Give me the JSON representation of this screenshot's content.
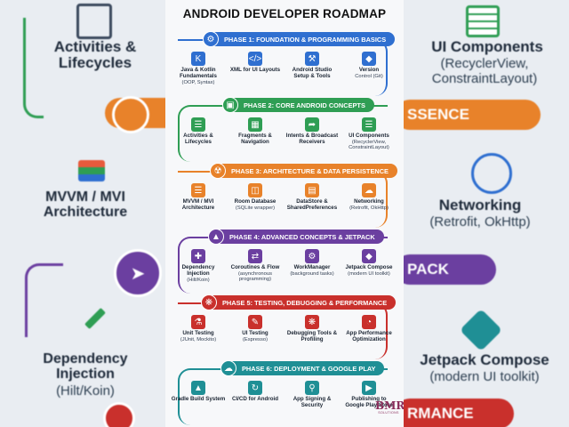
{
  "title": "ANDROID DEVELOPER ROADMAP",
  "colors": {
    "blue": "#2f6fd0",
    "green": "#2f9e54",
    "orange": "#e8822a",
    "purple": "#6b3fa0",
    "red": "#c9302c",
    "teal": "#1f8f95"
  },
  "phases": [
    {
      "title": "PHASE 1: FOUNDATION & PROGRAMMING BASICS",
      "color": "#2f6fd0",
      "items": [
        {
          "label": "Java & Kotlin Fundamentals",
          "sub": "(OOP, Syntax)",
          "icon": "kotlin-icon"
        },
        {
          "label": "XML for UI Layouts",
          "sub": "",
          "icon": "xml-icon"
        },
        {
          "label": "Android Studio Setup & Tools",
          "sub": "",
          "icon": "android-studio-icon"
        },
        {
          "label": "Version",
          "sub": "Control (Git)",
          "icon": "git-icon"
        }
      ]
    },
    {
      "title": "PHASE 2: CORE ANDROID CONCEPTS",
      "color": "#2f9e54",
      "items": [
        {
          "label": "Activities & Lifecycles",
          "sub": "",
          "icon": "activity-icon"
        },
        {
          "label": "Fragments & Navigation",
          "sub": "",
          "icon": "fragments-icon"
        },
        {
          "label": "Intents & Broadcast Receivers",
          "sub": "",
          "icon": "intent-icon"
        },
        {
          "label": "UI Components",
          "sub": "(RecyclerView, ConstraintLayout)",
          "icon": "ui-components-icon"
        }
      ]
    },
    {
      "title": "PHASE 3: ARCHITECTURE & DATA PERSISTENCE",
      "color": "#e8822a",
      "items": [
        {
          "label": "MVVM / MVI Architecture",
          "sub": "",
          "icon": "layers-icon"
        },
        {
          "label": "Room Database",
          "sub": "(SQLite wrapper)",
          "icon": "database-icon"
        },
        {
          "label": "DataStore & SharedPreferences",
          "sub": "",
          "icon": "datastore-icon"
        },
        {
          "label": "Networking",
          "sub": "(Retrofit, OkHttp)",
          "icon": "cloud-icon"
        }
      ]
    },
    {
      "title": "PHASE 4: ADVANCED CONCEPTS & JETPACK",
      "color": "#6b3fa0",
      "items": [
        {
          "label": "Dependency Injection",
          "sub": "(Hilt/Koin)",
          "icon": "syringe-icon"
        },
        {
          "label": "Coroutines & Flow",
          "sub": "(asynchronous programming)",
          "icon": "shuffle-icon"
        },
        {
          "label": "WorkManager",
          "sub": "(background tasks)",
          "icon": "workmanager-icon"
        },
        {
          "label": "Jetpack Compose",
          "sub": "(modern UI toolkit)",
          "icon": "compose-icon"
        }
      ]
    },
    {
      "title": "PHASE 5: TESTING, DEBUGGING & PERFORMANCE",
      "color": "#c9302c",
      "items": [
        {
          "label": "Unit Testing",
          "sub": "(JUnit, Mockito)",
          "icon": "flask-icon"
        },
        {
          "label": "UI Testing",
          "sub": "(Espresso)",
          "icon": "ui-testing-icon"
        },
        {
          "label": "Debugging Tools & Profiling",
          "sub": "",
          "icon": "bug-icon"
        },
        {
          "label": "App Performance Optimization",
          "sub": "",
          "icon": "gauge-icon"
        }
      ]
    },
    {
      "title": "PHASE 6: DEPLOYMENT & GOOGLE PLAY",
      "color": "#1f8f95",
      "items": [
        {
          "label": "Gradle Build System",
          "sub": "",
          "icon": "gradle-icon"
        },
        {
          "label": "CI/CD for Android",
          "sub": "",
          "icon": "cicd-icon"
        },
        {
          "label": "App Signing & Security",
          "sub": "",
          "icon": "key-icon"
        },
        {
          "label": "Publishing to Google Play Store",
          "sub": "",
          "icon": "play-store-icon"
        }
      ]
    }
  ],
  "background": {
    "left": {
      "activities": "Activities & Lifecycles",
      "mvvm": "MVVM / MVI Architecture",
      "di": "Dependency Injection",
      "di_sub": "(Hilt/Koin)"
    },
    "right": {
      "ui": "UI Components",
      "ui_sub": "(RecyclerView, ConstraintLayout)",
      "net": "Networking",
      "net_sub": "(Retrofit, OkHttp)",
      "compose": "Jetpack Compose",
      "compose_sub": "(modern UI toolkit)",
      "band2": "SSENCE",
      "band4": "PACK",
      "band6": "RMANCE"
    }
  },
  "watermark": {
    "logo": "BMR",
    "text": "SOLUTIONS"
  }
}
